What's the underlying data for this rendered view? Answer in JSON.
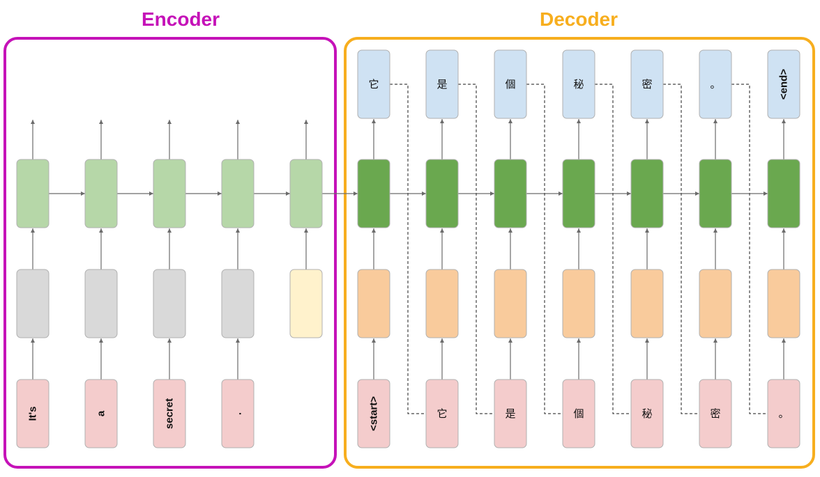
{
  "encoder": {
    "title": "Encoder",
    "color": "#C512B8",
    "inputs": [
      "It's",
      "a",
      "secret",
      "."
    ]
  },
  "decoder": {
    "title": "Decoder",
    "color": "#F7AE1E",
    "inputs": [
      "<start>",
      "它",
      "是",
      "個",
      "秘",
      "密",
      "。"
    ],
    "outputs": [
      "它",
      "是",
      "個",
      "秘",
      "密",
      "。",
      "<end>"
    ]
  },
  "colors": {
    "encoder_rnn": "#B6D7A8",
    "encoder_embed": "#D9D9D9",
    "encoder_pad": "#FFF2CC",
    "decoder_rnn": "#6AA84F",
    "decoder_embed": "#F9CB9C",
    "input_token": "#F4CCCC",
    "output_token": "#CFE2F3"
  }
}
